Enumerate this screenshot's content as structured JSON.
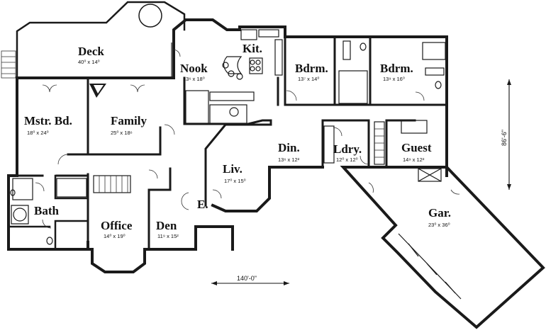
{
  "rooms": {
    "deck": {
      "name": "Deck",
      "size": "40⁰ x 14⁰"
    },
    "nook": {
      "name": "Nook",
      "size": "13⁶ x 18⁰"
    },
    "kit": {
      "name": "Kit.",
      "size": ""
    },
    "bdrm1": {
      "name": "Bdrm.",
      "size": "13⁷ x 14⁰"
    },
    "bdrm2": {
      "name": "Bdrm.",
      "size": "13⁹ x 16⁰"
    },
    "mstr": {
      "name": "Mstr.  Bd.",
      "size": "18⁰ x 24⁰"
    },
    "family": {
      "name": "Family",
      "size": "25⁰ x 18⁶"
    },
    "din": {
      "name": "Din.",
      "size": "13⁶ x 12²"
    },
    "ldry": {
      "name": "Ldry.",
      "size": "12⁰ x 12⁰"
    },
    "guest": {
      "name": "Guest",
      "size": "14⁹ x 12²"
    },
    "liv": {
      "name": "Liv.",
      "size": "17⁰ x 15⁰"
    },
    "bath": {
      "name": "Bath",
      "size": ""
    },
    "office": {
      "name": "Office",
      "size": "14⁰ x 19⁰"
    },
    "den": {
      "name": "Den",
      "size": "11⁹ x 15²"
    },
    "entry": {
      "name": "E.",
      "size": ""
    },
    "gar": {
      "name": "Gar.",
      "size": "23⁰ x 36⁰"
    }
  },
  "dimensions": {
    "width": "140'-0\"",
    "depth": "86'-6\""
  }
}
